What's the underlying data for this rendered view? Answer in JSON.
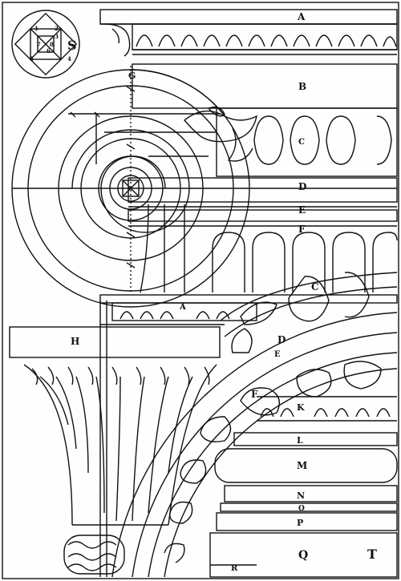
{
  "colors": {
    "ink": "#111111",
    "paper": "#fefefe"
  },
  "labels": {
    "A_top": "A",
    "B": "B",
    "C_upper": "C",
    "D_upper": "D",
    "E_upper": "E",
    "F_upper": "F",
    "G": "G",
    "H": "H",
    "A_lower": "A",
    "C_lower": "C",
    "D_lower": "D",
    "E_lower": "E",
    "F_lower": "F",
    "K": "K",
    "L": "L",
    "M": "M",
    "N": "N",
    "O": "O",
    "P": "P",
    "Q": "Q",
    "R": "R",
    "S": "S",
    "T": "T"
  },
  "inset_numbers": [
    "1",
    "2",
    "3",
    "4",
    "5",
    "6",
    "7",
    "8"
  ]
}
